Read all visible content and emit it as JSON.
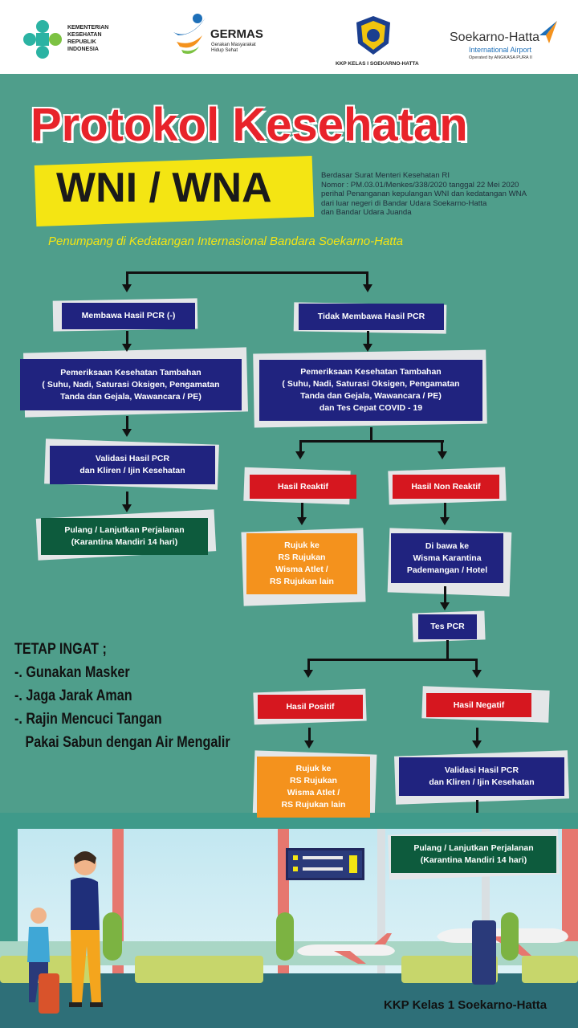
{
  "logos": {
    "kemenkes": [
      "KEMENTERIAN",
      "KESEHATAN",
      "REPUBLIK",
      "INDONESIA"
    ],
    "germas_title": "GERMAS",
    "germas_sub": [
      "Gerakan Masyarakat",
      "Hidup Sehat"
    ],
    "kkp_caption": "KKP KELAS I SOEKARNO-HATTA",
    "soetta_title": "Soekarno-Hatta",
    "soetta_sub": "International Airport",
    "soetta_op": "Operated by ANGKASA PURA II"
  },
  "header": {
    "title": "Protokol Kesehatan",
    "subtitle": "WNI / WNA",
    "decree": [
      "Berdasar Surat Menteri Kesehatan RI",
      "Nomor : PM.03.01/Menkes/338/2020 tanggal 22 Mei 2020",
      "perihal Penanganan kepulangan WNI dan kedatangan WNA",
      "dari luar negeri di Bandar Udara Soekarno-Hatta",
      "dan Bandar Udara Juanda"
    ],
    "intro": "Penumpang di Kedatangan Internasional Bandara Soekarno-Hatta"
  },
  "flow": {
    "pcr_neg": "Membawa Hasil PCR (-)",
    "no_pcr": "Tidak Membawa Hasil PCR",
    "exam_left": "Pemeriksaan Kesehatan Tambahan\n( Suhu, Nadi, Saturasi Oksigen, Pengamatan\nTanda dan Gejala,  Wawancara / PE)",
    "exam_right": "Pemeriksaan Kesehatan Tambahan\n( Suhu, Nadi, Saturasi Oksigen, Pengamatan\nTanda dan Gejala,  Wawancara / PE)\ndan Tes Cepat COVID - 19",
    "validasi_left": "Validasi Hasil PCR\ndan Kliren / Ijin Kesehatan",
    "pulang_left": "Pulang / Lanjutkan Perjalanan\n(Karantina Mandiri 14 hari)",
    "reaktif": "Hasil Reaktif",
    "non_reaktif": "Hasil Non Reaktif",
    "rujuk_1": "Rujuk ke\nRS Rujukan\nWisma Atlet /\nRS Rujukan lain",
    "wisma": "Di bawa ke\nWisma Karantina\nPademangan / Hotel",
    "tes_pcr": "Tes PCR",
    "positif": "Hasil Positif",
    "negatif": "Hasil Negatif",
    "rujuk_2": "Rujuk ke\nRS Rujukan\nWisma Atlet /\nRS Rujukan lain",
    "validasi_right": "Validasi Hasil PCR\ndan Kliren / Ijin Kesehatan",
    "pulang_right": "Pulang / Lanjutkan Perjalanan\n(Karantina Mandiri 14 hari)"
  },
  "reminder": {
    "title": "TETAP INGAT ;",
    "items": [
      "-. Gunakan Masker",
      "-. Jaga Jarak Aman",
      "-. Rajin Mencuci Tangan",
      "   Pakai Sabun dengan Air Mengalir"
    ]
  },
  "footer": "KKP Kelas 1 Soekarno-Hatta",
  "colors": {
    "background": "#4f9e8b",
    "navy": "#20237f",
    "red": "#d6171f",
    "orange": "#f4921d",
    "green": "#0d5b3d",
    "yellow": "#f4e513"
  }
}
